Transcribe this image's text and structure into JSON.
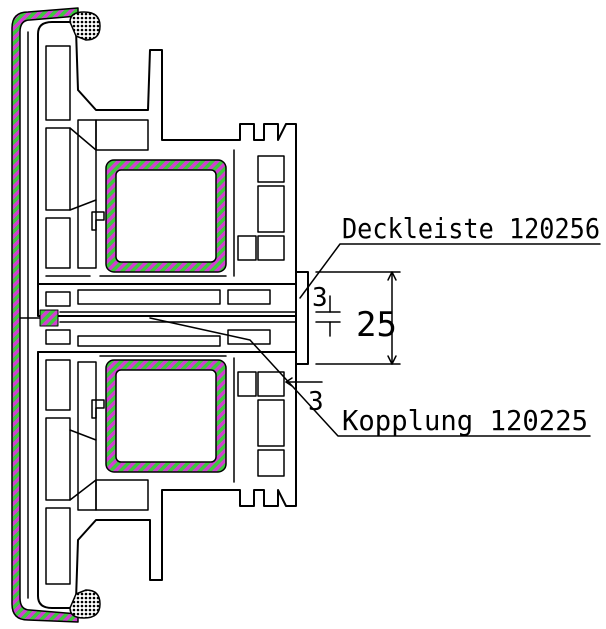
{
  "labels": {
    "deckleiste": "Deckleiste 120256",
    "kopplung": "Kopplung 120225"
  },
  "dimensions": {
    "height": "25",
    "gap_top": "3",
    "gap_bottom": "3"
  },
  "colors": {
    "line": "#000000",
    "hatch_magenta": "#d040d0",
    "hatch_green": "#3cc83c",
    "background": "#ffffff"
  }
}
